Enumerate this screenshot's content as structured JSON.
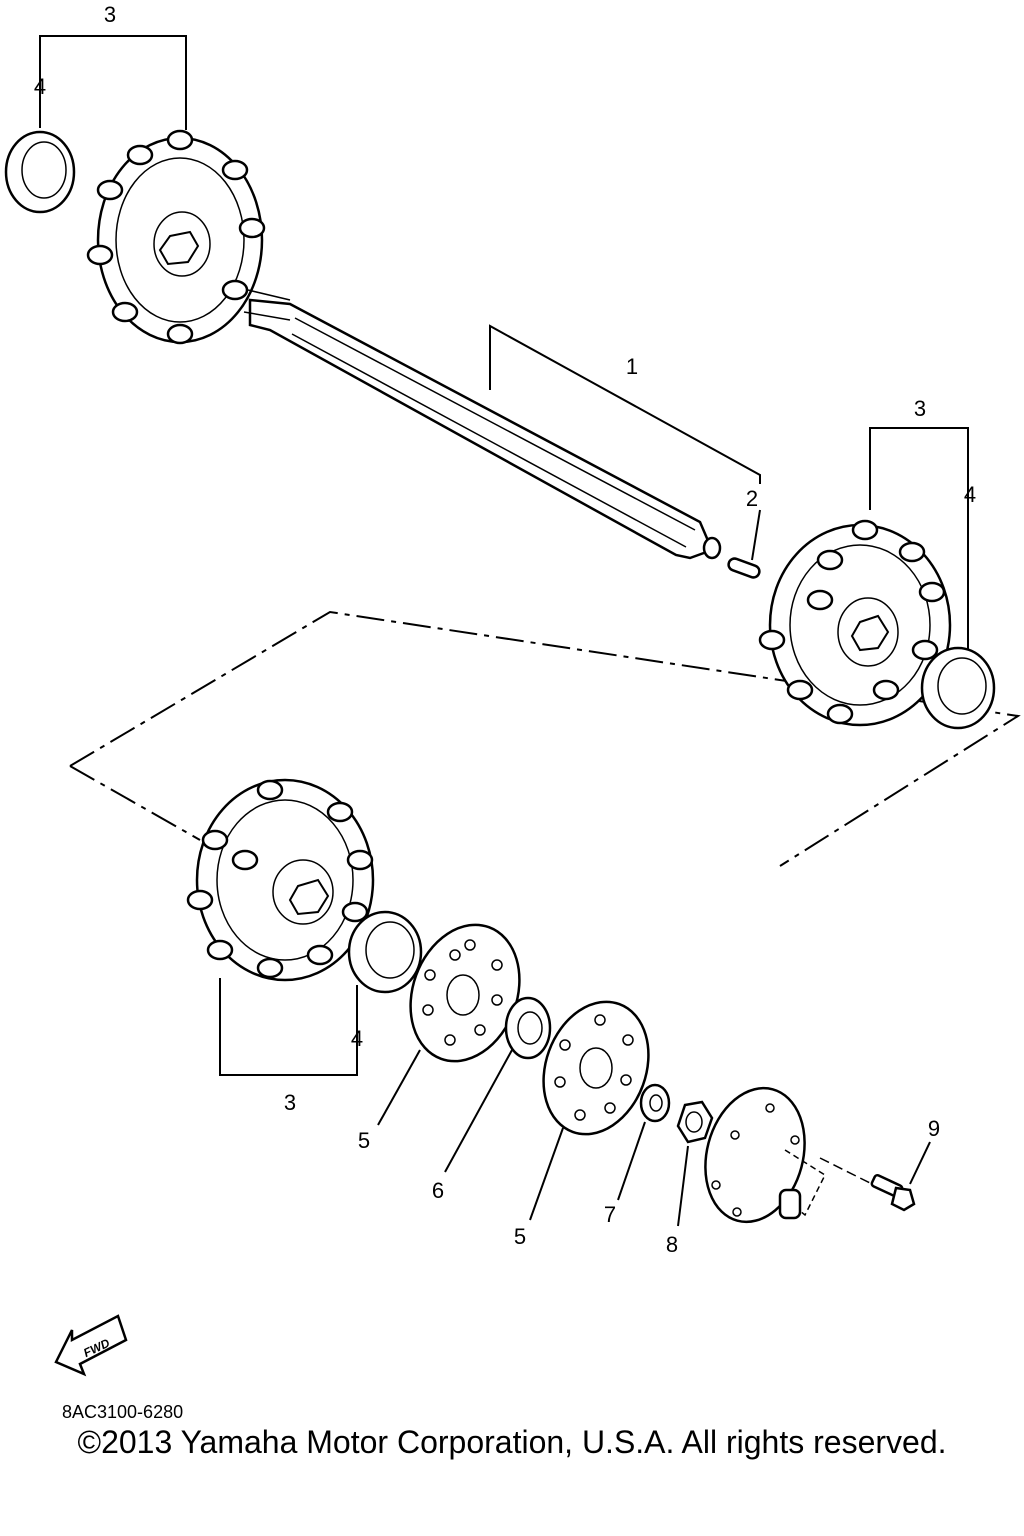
{
  "diagram": {
    "callouts": {
      "c3_top": "3",
      "c4_top": "4",
      "c1": "1",
      "c2": "2",
      "c3_right": "3",
      "c4_right": "4",
      "c4_bottom": "4",
      "c3_bottom": "3",
      "c5_left": "5",
      "c6": "6",
      "c5_right": "5",
      "c7": "7",
      "c8": "8",
      "c9": "9"
    },
    "fwd_label": "FWD",
    "part_code": "8AC3100-6280"
  },
  "footer": {
    "copyright": "©2013 Yamaha Motor Corporation, U.S.A. All rights reserved."
  }
}
